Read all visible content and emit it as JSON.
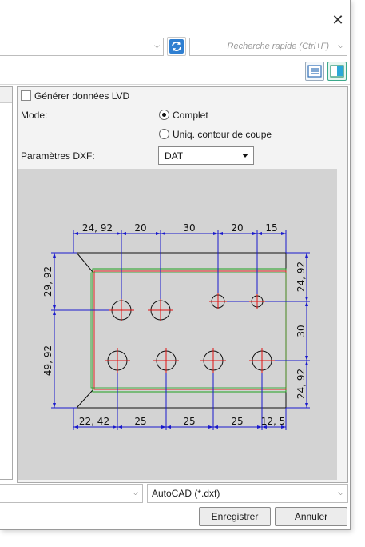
{
  "window": {
    "close_glyph": "✕"
  },
  "toolbar": {
    "search_placeholder": "Recherche rapide (Ctrl+F)",
    "refresh_icon": "refresh-icon",
    "view_icons": [
      "list-view-icon",
      "split-view-icon"
    ]
  },
  "options": {
    "lvd_label": "Générer données LVD",
    "lvd_checked": false,
    "mode_label": "Mode:",
    "mode_options": [
      {
        "label": "Complet",
        "selected": true
      },
      {
        "label": "Uniq. contour de coupe",
        "selected": false
      }
    ],
    "dxf_label": "Paramètres DXF:",
    "dxf_value": "DAT"
  },
  "drawing": {
    "top_dims": [
      "24, 92",
      "20",
      "30",
      "20",
      "15"
    ],
    "bottom_dims": [
      "22, 42",
      "25",
      "25",
      "25",
      "12, 5"
    ],
    "left_dims": [
      "29, 92",
      "49, 92"
    ],
    "right_dims": [
      "24, 92",
      "30",
      "24, 92"
    ],
    "colors": {
      "dimension": "#1a1acc",
      "hole_cross": "#e01010",
      "contour": "#111111",
      "fold_green": "#1fa01f",
      "fold_red": "#e02020",
      "background": "#d3d3d3"
    }
  },
  "footer": {
    "format_value": "AutoCAD (*.dxf)",
    "save_label": "Enregistrer",
    "cancel_label": "Annuler"
  }
}
